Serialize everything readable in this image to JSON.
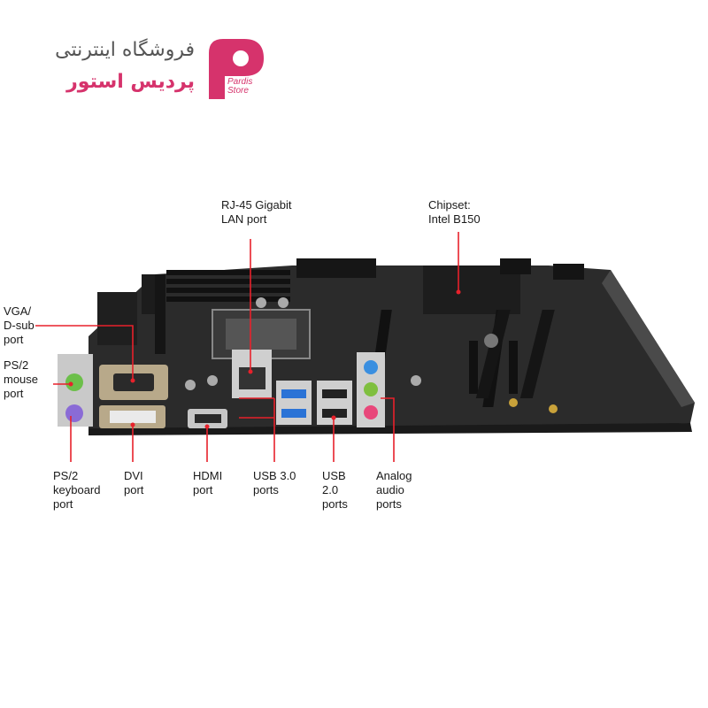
{
  "logo": {
    "line1": "فروشگاه اینترنتی",
    "line2": "پردیس استور",
    "brand": "Pardis\nStore",
    "accent_color": "#d6336c"
  },
  "callout_color": "#e8212b",
  "labels": {
    "rj45": "RJ-45 Gigabit\nLAN port",
    "chipset": "Chipset:\nIntel B150",
    "vga": "VGA/\nD-sub\nport",
    "ps2_mouse": "PS/2\nmouse\nport",
    "ps2_keyboard": "PS/2\nkeyboard\nport",
    "dvi": "DVI\nport",
    "hdmi": "HDMI\nport",
    "usb30": "USB 3.0\nports",
    "usb20": "USB\n2.0\nports",
    "audio": "Analog\naudio\nports"
  },
  "board": {
    "pcb_color": "#2b2b2b",
    "io_shield_color": "#c9c9c9",
    "usb3_color": "#2b73d6",
    "audio_colors": [
      "#3a8fe0",
      "#7fbf3f",
      "#e8477a"
    ],
    "ps2_colors": [
      "#6cbf4a",
      "#8a6bd6"
    ]
  }
}
